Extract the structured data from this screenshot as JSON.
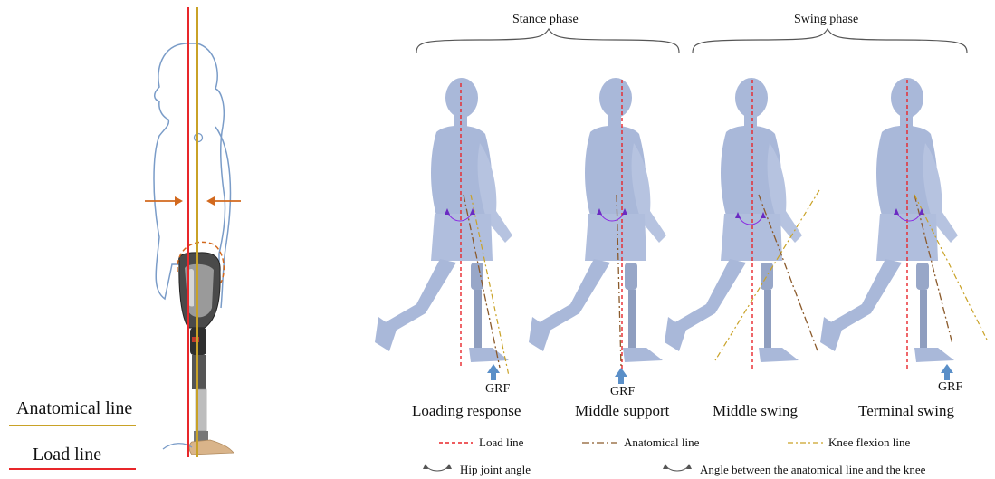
{
  "left_panel": {
    "legend": [
      {
        "label": "Anatomical line",
        "color": "#c9a227"
      },
      {
        "label": "Load line",
        "color": "#e8262a"
      }
    ]
  },
  "phases": [
    {
      "label": "Stance phase"
    },
    {
      "label": "Swing phase"
    }
  ],
  "figures": [
    {
      "label": "Loading response",
      "grf": "GRF"
    },
    {
      "label": "Middle support",
      "grf": "GRF"
    },
    {
      "label": "Middle swing",
      "grf": ""
    },
    {
      "label": "Terminal swing",
      "grf": "GRF"
    }
  ],
  "legend": {
    "load_line": "Load line",
    "anatomical_line": "Anatomical line",
    "knee_flexion_line": "Knee flexion line",
    "hip_joint_angle": "Hip joint angle",
    "anatomical_knee_angle": "Angle between the anatomical line and the knee"
  },
  "colors": {
    "load_line": "#e8262a",
    "anatomical_line": "#c9a227",
    "knee_flexion": "#a8804a",
    "body_fill": "#a9b8d9",
    "arrow_orange": "#d2691e",
    "grf_arrow": "#5a8fc8",
    "angle_arc": "#8a2be2"
  }
}
